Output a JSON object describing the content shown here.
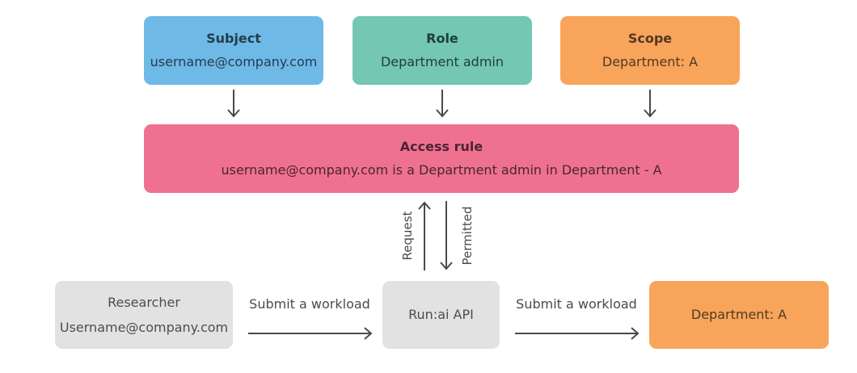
{
  "colors": {
    "subject_fill": "#6fb9e7",
    "subject_text": "#253c4e",
    "role_fill": "#74c7b2",
    "role_text": "#1e4038",
    "scope_fill": "#f9a45b",
    "scope_text": "#4f3a22",
    "access_rule_fill": "#ef7190",
    "access_rule_text": "#4a2533",
    "neutral_fill": "#e2e2e2",
    "neutral_text": "#4d4d4d",
    "arrow": "#4a4a4a",
    "background": "#ffffff"
  },
  "top_row": {
    "boxes": [
      {
        "title": "Subject",
        "value": "username@company.com"
      },
      {
        "title": "Role",
        "value": "Department admin"
      },
      {
        "title": "Scope",
        "value": "Department: A"
      }
    ]
  },
  "access_rule": {
    "title": "Access rule",
    "value": "username@company.com is a Department admin in Department - A"
  },
  "middle_arrows": {
    "request_label": "Request",
    "permitted_label": "Permitted"
  },
  "bottom_row": {
    "researcher": {
      "title": "Researcher",
      "value": "Username@company.com"
    },
    "api_label": "Run:ai API",
    "department_label": "Department: A",
    "left_arrow_label": "Submit a workload",
    "right_arrow_label": "Submit a workload"
  }
}
